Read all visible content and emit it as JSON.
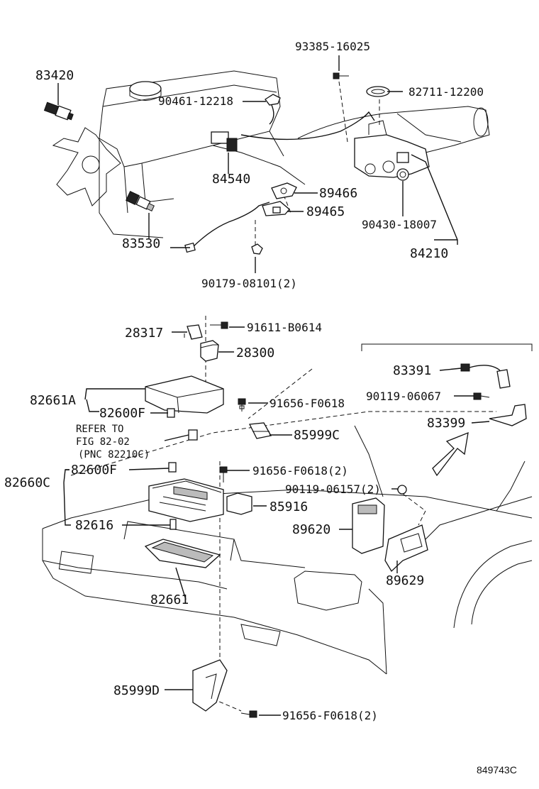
{
  "labels": {
    "p93385_16025": "93385-16025",
    "p83420": "83420",
    "p90461_12218": "90461-12218",
    "p82711_12200": "82711-12200",
    "p84540": "84540",
    "p89466": "89466",
    "p89465": "89465",
    "p90430_18007": "90430-18007",
    "p83530": "83530",
    "p84210": "84210",
    "p90179_08101": "90179-08101(2)",
    "p28317": "28317",
    "p91611_B0614": "91611-B0614",
    "p28300": "28300",
    "p83391": "83391",
    "p82661A": "82661A",
    "p91656_F0618_a": "91656-F0618",
    "p90119_06067": "90119-06067",
    "p82600F_a": "82600F",
    "p83399": "83399",
    "refer_line1": "REFER TO",
    "refer_line2": "FIG 82-02",
    "refer_line3": "(PNC 82210C)",
    "p85999C": "85999C",
    "p82660C": "82660C",
    "p82600F_b": "82600F",
    "p91656_F0618_b": "91656-F0618(2)",
    "p90119_06157": "90119-06157(2)",
    "p85916": "85916",
    "p82616": "82616",
    "p89620": "89620",
    "p89629": "89629",
    "p82661": "82661",
    "p85999D": "85999D",
    "p91656_F0618_c": "91656-F0618(2)",
    "drawing_code": "849743C"
  }
}
